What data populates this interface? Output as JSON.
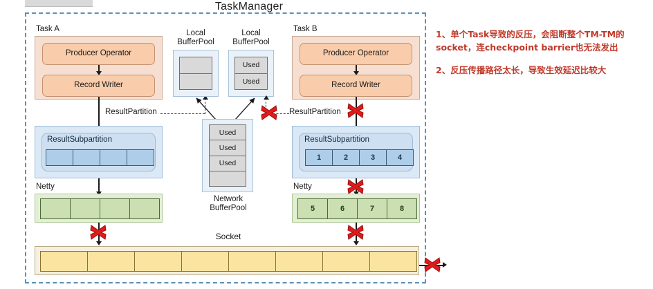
{
  "page_title": "TaskManager",
  "task_a": {
    "label": "Task A",
    "producer_operator": "Producer\nOperator",
    "record_writer": "Record\nWriter",
    "result_partition_label": "ResultPartition",
    "result_subpartition_label": "ResultSubpartition",
    "subpartition_cells": [
      "",
      "",
      "",
      ""
    ],
    "netty_label": "Netty",
    "netty_cells": [
      "",
      "",
      "",
      ""
    ]
  },
  "task_b": {
    "label": "Task B",
    "producer_operator": "Producer\nOperator",
    "record_writer": "Record\nWriter",
    "result_partition_label": "ResultPartition",
    "result_subpartition_label": "ResultSubpartition",
    "subpartition_cells": [
      "1",
      "2",
      "3",
      "4"
    ],
    "netty_label": "Netty",
    "netty_cells": [
      "5",
      "6",
      "7",
      "8"
    ]
  },
  "local_buffer_pool_left": {
    "label": "Local\nBufferPool",
    "cells": [
      "",
      ""
    ]
  },
  "local_buffer_pool_right": {
    "label": "Local\nBufferPool",
    "cells": [
      "Used",
      "Used"
    ]
  },
  "network_buffer_pool": {
    "label": "Network\nBufferPool",
    "cells": [
      "Used",
      "Used",
      "Used",
      ""
    ]
  },
  "socket": {
    "label": "Socket",
    "cells": [
      "",
      "",
      "",
      "",
      "",
      "",
      "",
      ""
    ]
  },
  "notes": [
    "1、单个Task导致的反压，会阻断整个TM-TM的socket，连checkpoint barrier也无法发出",
    "2、反压传播路径太长，导致生效延迟比较大"
  ],
  "colors": {
    "accent_peach": "#f9ccab",
    "accent_blue": "#aecde8",
    "accent_green": "#cbdfb3",
    "accent_yellow": "#fbe4a0",
    "note_red": "#c0392b",
    "tm_border": "#5b8fb9"
  }
}
